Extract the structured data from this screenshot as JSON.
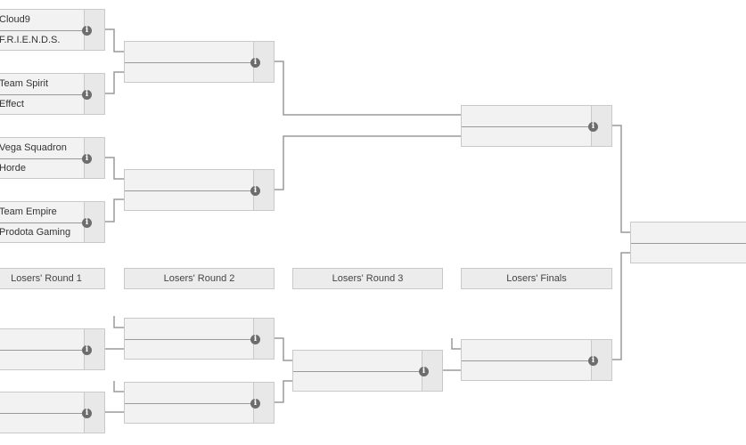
{
  "winners_round1": [
    {
      "team1": "Cloud9",
      "team2": "F.R.I.E.N.D.S."
    },
    {
      "team1": "Team Spirit",
      "team2": "Effect"
    },
    {
      "team1": "Vega Squadron",
      "team2": "Horde"
    },
    {
      "team1": "Team Empire",
      "team2": "Prodota Gaming"
    }
  ],
  "round_labels": [
    "Losers' Round 1",
    "Losers' Round 2",
    "Losers' Round 3",
    "Losers' Finals"
  ],
  "info_icon": "info-icon",
  "colors": {
    "box_bg": "#f2f2f2",
    "border": "#c9c9c9",
    "line": "#9a9a9a",
    "icon": "#6d6d6d"
  }
}
